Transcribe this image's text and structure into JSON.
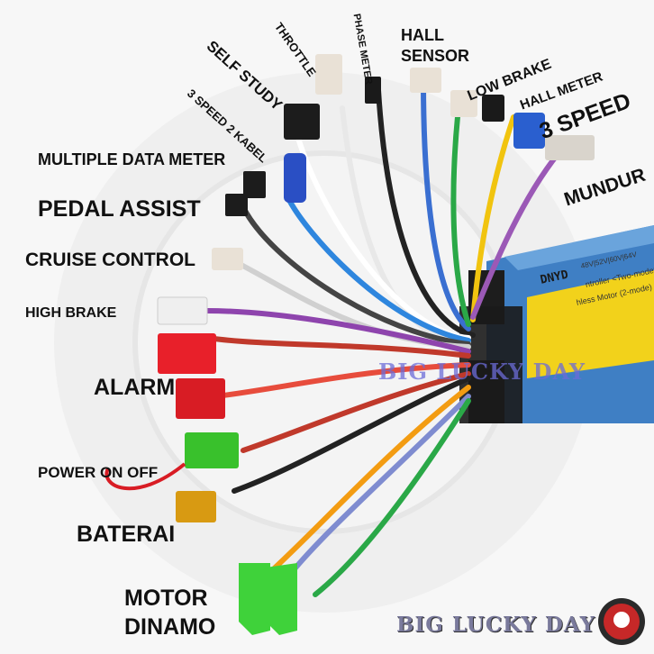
{
  "labels": {
    "self_study": "SELF STUDY",
    "throttle": "THROTTLE",
    "phase_meter": "PHASE METER",
    "hall_sensor_1": "HALL",
    "hall_sensor_2": "SENSOR",
    "low_brake": "LOW BRAKE",
    "hall_meter": "HALL METER",
    "three_speed": "3 SPEED",
    "three_speed_2_kabel": "3 SPEED 2 KABEL",
    "multiple_data_meter": "MULTIPLE DATA METER",
    "mundur": "MUNDUR",
    "pedal_assist": "PEDAL ASSIST",
    "cruise_control": "CRUISE CONTROL",
    "high_brake": "HIGH BRAKE",
    "alarm": "ALARM",
    "power_on_off": "POWER ON OFF",
    "baterai": "BATERAI",
    "motor": "MOTOR",
    "dinamo": "DINAMO"
  },
  "controller": {
    "brand": "DNYD",
    "line1": "ntroller <Two-mode>",
    "line2": "hless Motor  (2-mode)",
    "line3": "48V|52V|60V|64V"
  },
  "watermark": {
    "center_text": "BIG LUCKY DAY",
    "corner_text": "BIG LUCKY DAY"
  },
  "colors": {
    "controller_body": "#3f7fc4",
    "controller_label": "#f2d21b",
    "accent_red": "#e8202a",
    "accent_green": "#39c12c",
    "accent_yellow": "#d89a12"
  }
}
